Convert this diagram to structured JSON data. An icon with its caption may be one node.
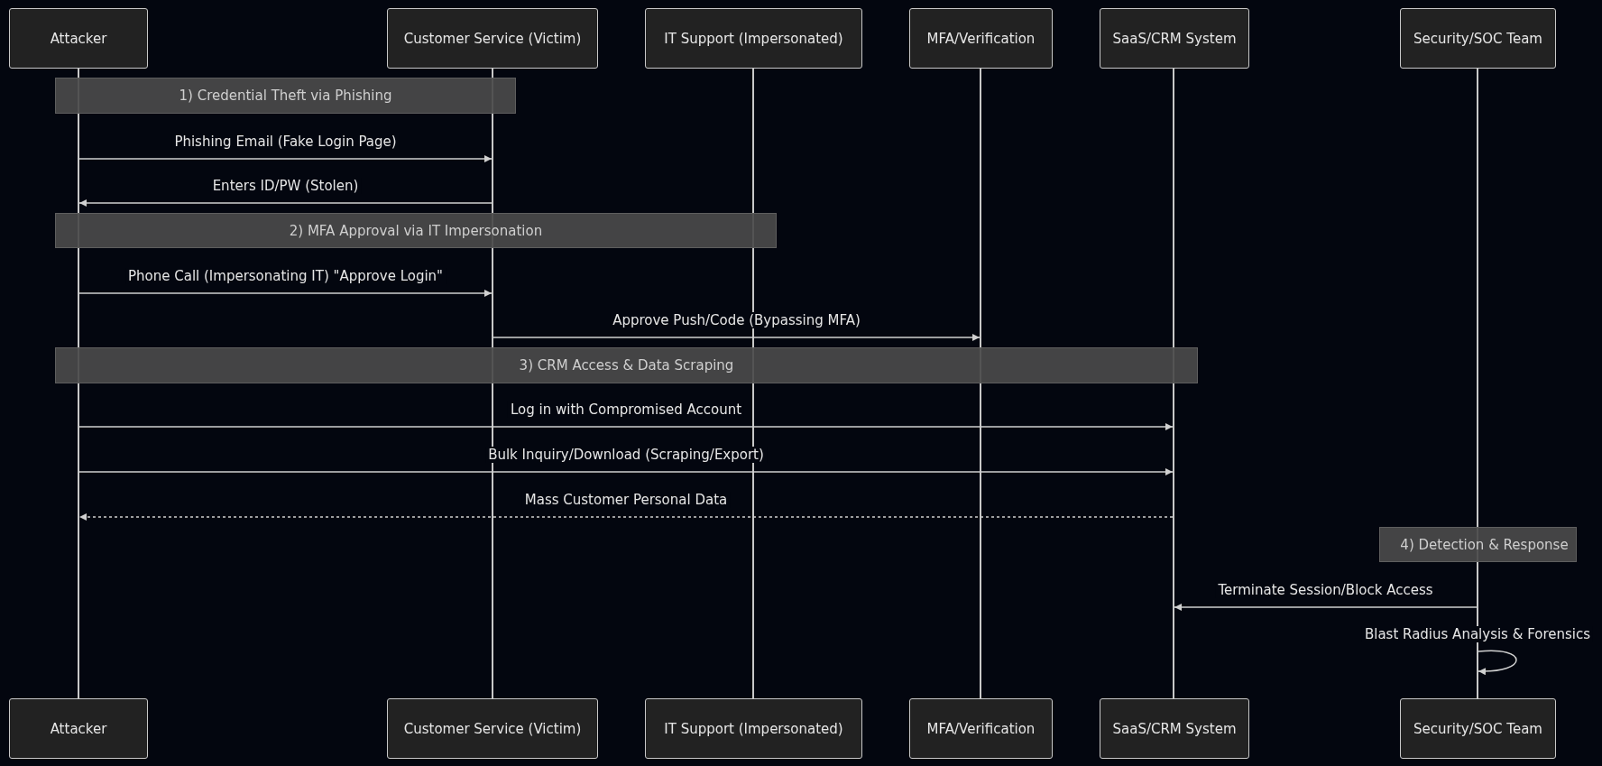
{
  "diagram": {
    "nodes": [
      {
        "text": [
          "Attacker"
        ]
      },
      {
        "text": [
          "Customer Service (Victim)"
        ]
      },
      {
        "text": [
          "IT Support (Impersonated)"
        ]
      },
      {
        "text": [
          "MFA/Verification"
        ]
      },
      {
        "text": [
          "SaaS/CRM System"
        ]
      },
      {
        "text": [
          "Security/SOC Team"
        ]
      },
      {
        "text": [],
        "shape": "bar"
      },
      {
        "text": [],
        "shape": "bar"
      },
      {
        "text": [],
        "shape": "bar"
      },
      {
        "text": [],
        "shape": "bar"
      },
      {
        "text": [],
        "shape": "bar"
      },
      {
        "text": [],
        "shape": "bar"
      },
      {
        "text": [
          "1) Credential Theft via Phishing"
        ]
      },
      {
        "text": [
          "2) MFA Approval via IT Impersonation"
        ]
      },
      {
        "text": [
          "3) CRM Access & Data Scraping"
        ]
      },
      {
        "text": [
          "4) Detection & Response"
        ]
      },
      {
        "text": [
          "Attacker"
        ]
      },
      {
        "text": [
          "Customer Service (Victim)"
        ]
      },
      {
        "text": [
          "IT Support (Impersonated)"
        ]
      },
      {
        "text": [
          "MFA/Verification"
        ]
      },
      {
        "text": [
          "SaaS/CRM System"
        ]
      },
      {
        "text": [
          "Security/SOC Team"
        ]
      }
    ],
    "edges": [
      {
        "from": 6,
        "to": 7,
        "arrow": "to",
        "label": "Phishing Email (Fake Login Page)"
      },
      {
        "from": 7,
        "to": 6,
        "arrow": "to",
        "label": "Enters ID/PW (Stolen)"
      },
      {
        "from": 6,
        "to": 7,
        "arrow": "to",
        "label": "Phone Call (Impersonating IT) \"Approve Login\""
      },
      {
        "from": 7,
        "to": 9,
        "arrow": "to",
        "label": "Approve Push/Code (Bypassing MFA)"
      },
      {
        "from": 6,
        "to": 10,
        "arrow": "to",
        "label": "Log in with Compromised Account"
      },
      {
        "from": 6,
        "to": 10,
        "arrow": "to",
        "label": "Bulk Inquiry/Download (Scraping/Export)"
      },
      {
        "from": 10,
        "to": 6,
        "arrow": "to",
        "label": "Mass Customer Personal Data",
        "style": "dashed"
      },
      {
        "from": 11,
        "to": 10,
        "arrow": "to",
        "label": "Terminate Session/Block Access"
      },
      {
        "from": 11,
        "to": 11,
        "arrow": "to",
        "label": "Blast Radius Analysis & Forensics"
      }
    ]
  }
}
